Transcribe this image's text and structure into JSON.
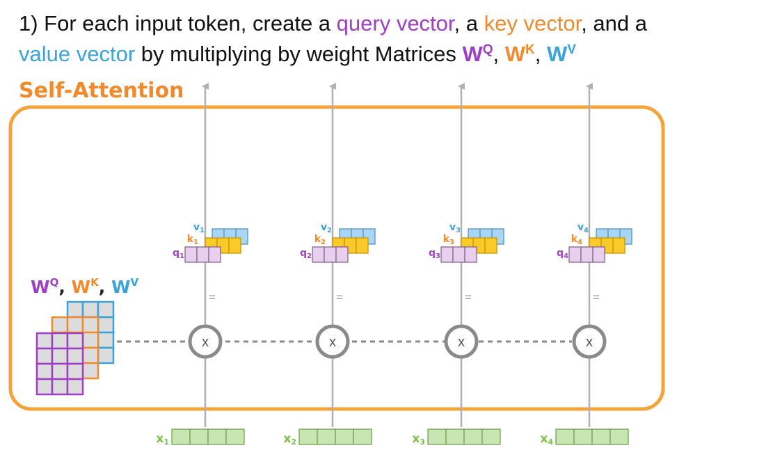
{
  "heading": {
    "line1_prefix": "1) For each input token, create a ",
    "query": "query vector",
    "sep1": ", a ",
    "key": "key vector",
    "sep2": ", and a",
    "value": "value vector",
    "line2_rest": " by multiplying by weight Matrices ",
    "wq": "W",
    "wq_sup": "Q",
    "comma1": ", ",
    "wk": "W",
    "wk_sup": "K",
    "comma2": ", ",
    "wv": "W",
    "wv_sup": "V"
  },
  "block_title": "Self-Attention",
  "matrices_label": {
    "wq": "W",
    "wq_sup": "Q",
    "c1": ", ",
    "wk": "W",
    "wk_sup": "K",
    "c2": ", ",
    "wv": "W",
    "wv_sup": "V"
  },
  "operator": "x",
  "equals": "=",
  "tokens": [
    {
      "x": "x",
      "x_sub": "1",
      "q": "q",
      "q_sub": "1",
      "k": "k",
      "k_sub": "1",
      "v": "v",
      "v_sub": "1"
    },
    {
      "x": "x",
      "x_sub": "2",
      "q": "q",
      "q_sub": "2",
      "k": "k",
      "k_sub": "2",
      "v": "v",
      "v_sub": "2"
    },
    {
      "x": "x",
      "x_sub": "3",
      "q": "q",
      "q_sub": "3",
      "k": "k",
      "k_sub": "3",
      "v": "v",
      "v_sub": "3"
    },
    {
      "x": "x",
      "x_sub": "4",
      "q": "q",
      "q_sub": "4",
      "k": "k",
      "k_sub": "4",
      "v": "v",
      "v_sub": "4"
    }
  ],
  "colors": {
    "query": "#a03fc4",
    "key": "#f08a2c",
    "value": "#3aa3dc",
    "frame": "#f4a23a",
    "input": "#7cc043",
    "query_fill": "#e8cfee",
    "key_fill": "#f9ca2a",
    "value_fill": "#a8d6f3",
    "input_fill": "#c8e6b2"
  }
}
